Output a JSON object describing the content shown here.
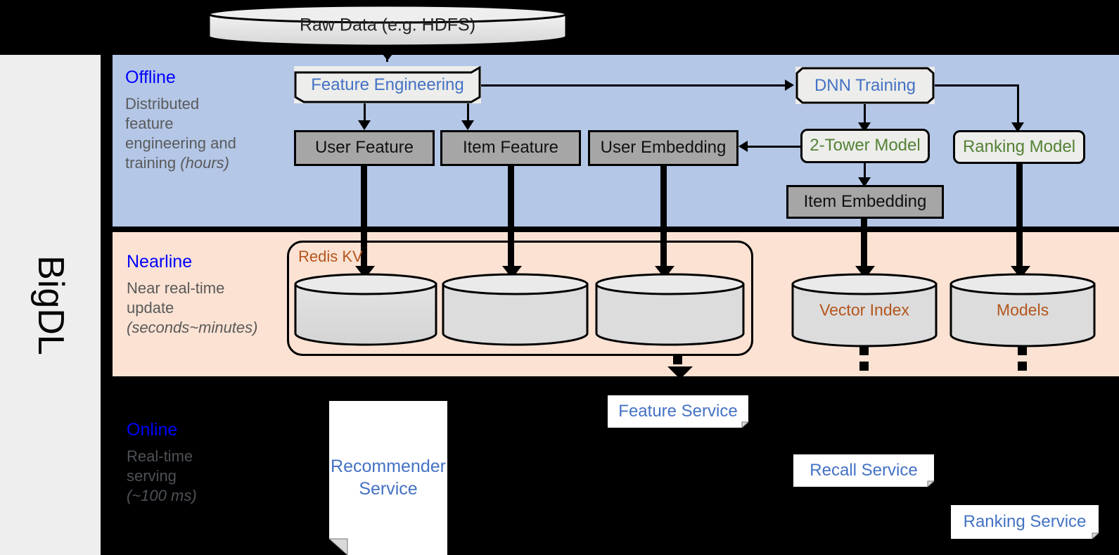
{
  "framework": {
    "name": "BigDL"
  },
  "source": {
    "raw_data_label": "Raw Data (e.g. HDFS)"
  },
  "bands": [
    {
      "id": "offline",
      "title": "Offline",
      "subtitle_line1": "Distributed",
      "subtitle_line2": "feature",
      "subtitle_line3": "engineering and",
      "subtitle_line4": "training ",
      "subtitle_italic": "(hours)",
      "background_color": "#b4c7e7",
      "title_color": "#0000ff"
    },
    {
      "id": "nearline",
      "title": "Nearline",
      "subtitle_line1": "Near real-time",
      "subtitle_line2": "update",
      "subtitle_italic": "(seconds~minutes)",
      "background_color": "#fbe2d3",
      "title_color": "#0000ff"
    },
    {
      "id": "online",
      "title": "Online",
      "subtitle_line1": "Real-time",
      "subtitle_line2": "serving",
      "subtitle_italic": "(~100 ms)",
      "background_color": "#000000",
      "title_color": "#0000ff"
    }
  ],
  "offline": {
    "feature_engineering": "Feature Engineering",
    "dnn_training": "DNN Training",
    "user_feature": "User Feature",
    "item_feature": "Item Feature",
    "user_embedding": "User Embedding",
    "two_tower_model": "2-Tower Model",
    "ranking_model": "Ranking Model",
    "item_embedding": "Item Embedding"
  },
  "nearline": {
    "redis_kv": "Redis KV",
    "store_user_feature": "",
    "store_item_feature": "",
    "store_user_embedding": "",
    "vector_index": "Vector Index",
    "models": "Models"
  },
  "online": {
    "recommender_service": "Recommender Service",
    "feature_service": "Feature Service",
    "recall_service": "Recall Service",
    "ranking_service": "Ranking Service"
  },
  "colors": {
    "accent_blue": "#4472c4",
    "accent_green": "#548235",
    "accent_orange": "#b4551c",
    "label_blue": "#0000ff",
    "gray_fill": "#a6a6a6",
    "light_fill": "#ededeb",
    "offline_band": "#b4c7e7",
    "nearline_band": "#fbe2d3",
    "rail_fill": "#eeeeee"
  }
}
